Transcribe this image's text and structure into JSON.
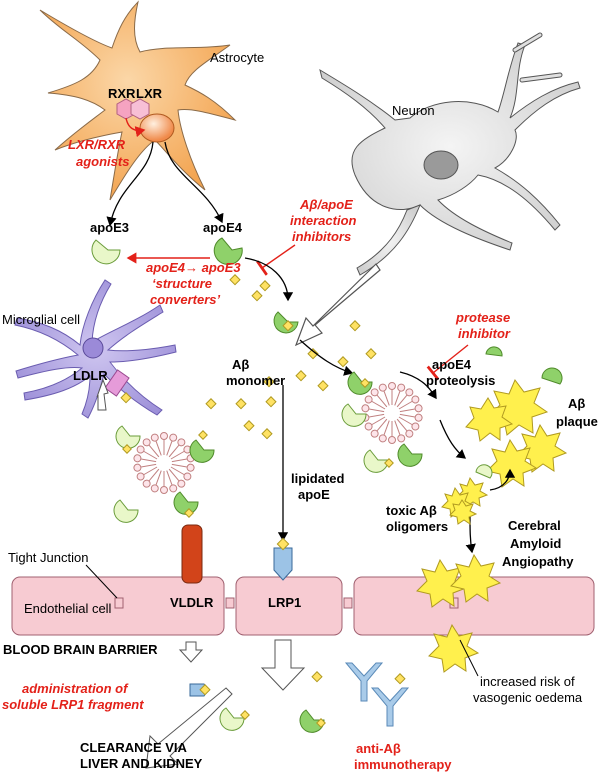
{
  "labels": {
    "astrocyte": "Astrocyte",
    "rxr": "RXR",
    "lxr": "LXR",
    "agonists_1": "LXR/RXR",
    "agonists_2": "agonists",
    "neuron": "Neuron",
    "apoe3": "apoE3",
    "apoe4": "apoE4",
    "converters_1": "apoE4→ apoE3",
    "converters_2": "‘structure",
    "converters_3": "converters’",
    "inhib_1": "Aβ/apoE",
    "inhib_2": "interaction",
    "inhib_3": "inhibitors",
    "microglia": "Microglial cell",
    "ldlr": "LDLR",
    "abeta_monomer_1": "Aβ",
    "abeta_monomer_2": "monomer",
    "protease_1": "protease",
    "protease_2": "inhibitor",
    "proteolysis_1": "apoE4",
    "proteolysis_2": "proteolysis",
    "plaque_1": "Aβ",
    "plaque_2": "plaque",
    "lipidated_1": "lipidated",
    "lipidated_2": "apoE",
    "oligomers_1": "toxic Aβ",
    "oligomers_2": "oligomers",
    "caa_1": "Cerebral",
    "caa_2": "Amyloid",
    "caa_3": "Angiopathy",
    "tight_junction": "Tight Junction",
    "endothelial": "Endothelial cell",
    "vldlr": "VLDLR",
    "lrp1": "LRP1",
    "bbb": "BLOOD BRAIN BARRIER",
    "risk_1": "increased risk of",
    "risk_2": "vasogenic oedema",
    "slrp1_1": "administration of",
    "slrp1_2": "soluble LRP1 fragment",
    "immuno_1": "anti-Aβ",
    "immuno_2": "immunotherapy",
    "clearance_1": "CLEARANCE VIA",
    "clearance_2": "LIVER AND KIDNEY"
  },
  "colors": {
    "astrocyte": "#f6b46a",
    "neuron": "#e6e6e6",
    "microglia": "#b3a7e0",
    "apoe": "#8fd16a",
    "apoe_light": "#e9f7c9",
    "abeta": "#ffe264",
    "plaque": "#fff04d",
    "endothelium": "#f7cbd2",
    "vldlr": "#d2441a",
    "lrp1": "#9cc3e6",
    "red": "#e32119",
    "antibody": "#a9cbe9"
  }
}
